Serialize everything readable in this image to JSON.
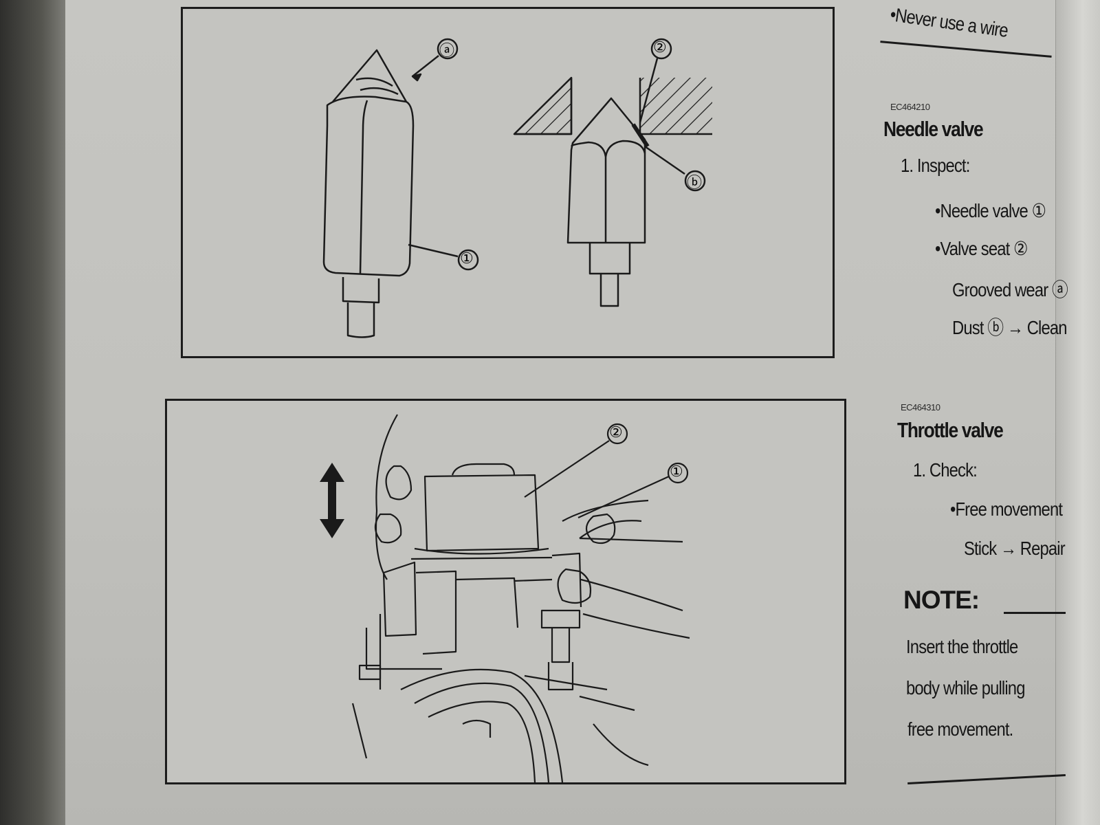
{
  "figure1": {
    "callouts": {
      "needle_valve": "①",
      "valve_seat": "②",
      "grooved_wear": "ⓐ",
      "dust": "ⓑ"
    }
  },
  "figure2": {
    "callouts": {
      "throttle_part_1": "①",
      "throttle_part_2": "②"
    }
  },
  "right_column": {
    "top_fragment": "•Never use a wire",
    "needle_section": {
      "code": "EC464210",
      "title": "Needle valve",
      "step": "1. Inspect:",
      "items": [
        "•Needle valve ①",
        "•Valve seat ②",
        "Grooved wear ⓐ",
        "Dust ⓑ → Clean"
      ]
    },
    "throttle_section": {
      "code": "EC464310",
      "title": "Throttle valve",
      "step": "1. Check:",
      "items": [
        "•Free movement",
        "Stick → Repair"
      ]
    },
    "note": {
      "title": "NOTE:",
      "lines": [
        "Insert the throttle",
        "body while pulling",
        "free movement."
      ]
    }
  }
}
